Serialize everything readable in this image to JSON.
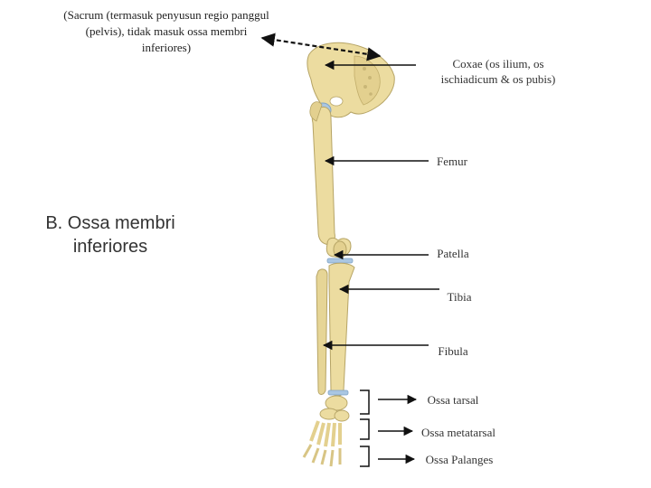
{
  "sacrum_note": "(Sacrum (termasuk penyusun regio panggul (pelvis), tidak masuk ossa membri inferiores)",
  "section_heading": "B. Ossa membri inferiores",
  "labels": {
    "coxae": "Coxae (os ilium, os ischiadicum & os pubis)",
    "femur": "Femur",
    "patella": "Patella",
    "tibia": "Tibia",
    "fibula": "Fibula",
    "ossa_tarsal": "Ossa tarsal",
    "ossa_metatarsal": "Ossa metatarsal",
    "ossa_palanges": "Ossa Palanges"
  },
  "colors": {
    "bone": "#ecdca0",
    "bone_shade": "#cdbb7a",
    "cartilage": "#a9c6e2",
    "line": "#111111"
  }
}
